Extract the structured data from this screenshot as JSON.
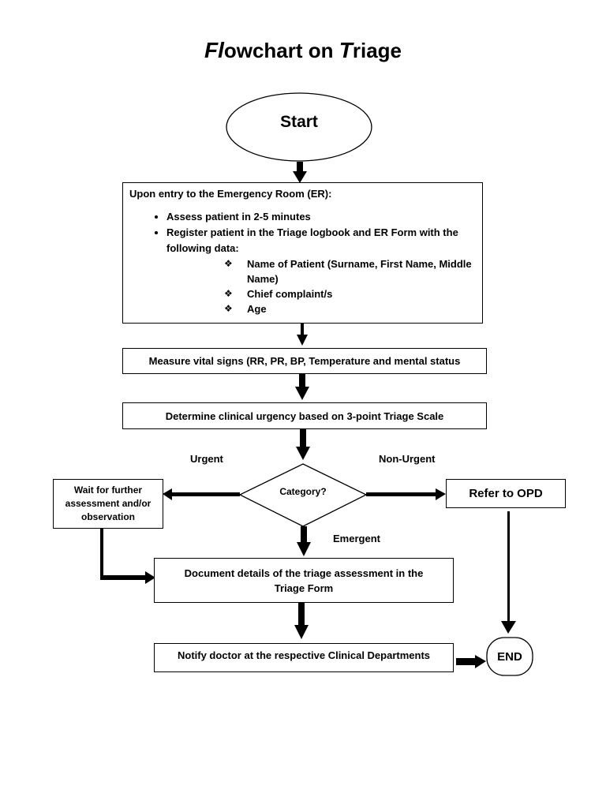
{
  "title": {
    "first_cap": "Fl",
    "first_rest": "owchart on ",
    "second_cap": "T",
    "second_rest": "riage"
  },
  "start": "Start",
  "entry": {
    "heading": "Upon entry to the Emergency Room (ER):",
    "bullets": [
      "Assess patient in 2-5 minutes",
      "Register patient in the Triage logbook and ER Form with the following data:"
    ],
    "subitems": [
      "Name of Patient (Surname, First Name, Middle Name)",
      "Chief complaint/s",
      "Age"
    ]
  },
  "vital_signs": "Measure vital signs (RR, PR, BP, Temperature and mental status",
  "urgency": "Determine clinical urgency based on 3-point Triage Scale",
  "decision": "Category?",
  "labels": {
    "urgent": "Urgent",
    "non_urgent": "Non-Urgent",
    "emergent": "Emergent"
  },
  "wait": "Wait for further assessment and/or observation",
  "refer": "Refer to OPD",
  "document": "Document details of the triage assessment in the Triage Form",
  "notify": "Notify doctor at the respective Clinical Departments",
  "end": "END"
}
